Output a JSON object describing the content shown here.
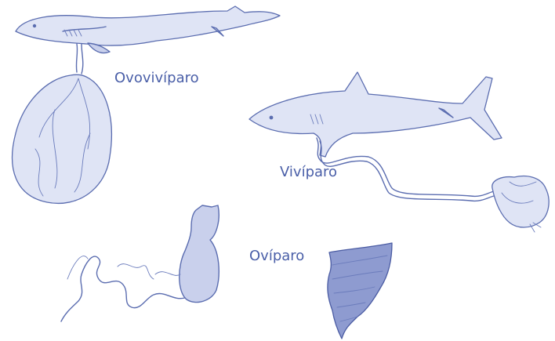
{
  "labels": {
    "ovoviviparo": "Ovovivíparo",
    "viviparo": "Vivíparo",
    "oviparo": "Ovíparo"
  },
  "colors": {
    "ink": "#5b6db0",
    "label": "#4a5fa8",
    "background": "#ffffff"
  }
}
